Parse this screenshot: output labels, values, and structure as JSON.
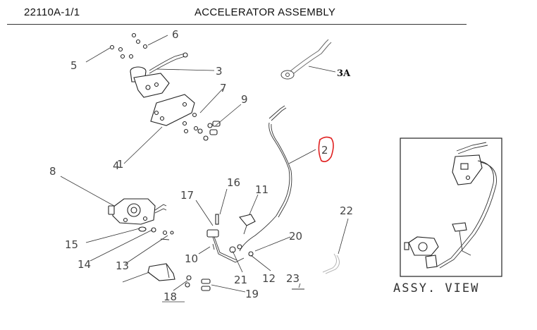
{
  "header": {
    "code": "22110A-1/1",
    "title": "ACCELERATOR ASSEMBLY"
  },
  "callouts": {
    "c1": "1",
    "c2": "2",
    "c3": "3",
    "c3a": "3A",
    "c4": "4",
    "c5": "5",
    "c6": "6",
    "c7": "7",
    "c8": "8",
    "c9": "9",
    "c10": "10",
    "c11": "11",
    "c12": "12",
    "c13": "13",
    "c14": "14",
    "c15": "15",
    "c16": "16",
    "c17": "17",
    "c18": "18",
    "c19": "19",
    "c20": "20",
    "c21": "21",
    "c22": "22",
    "c23": "23"
  },
  "assy_view_label": "ASSY. VIEW",
  "colors": {
    "line": "#222222",
    "label": "#444444",
    "highlight": "#e02020",
    "ghost": "#b5b5b5"
  }
}
